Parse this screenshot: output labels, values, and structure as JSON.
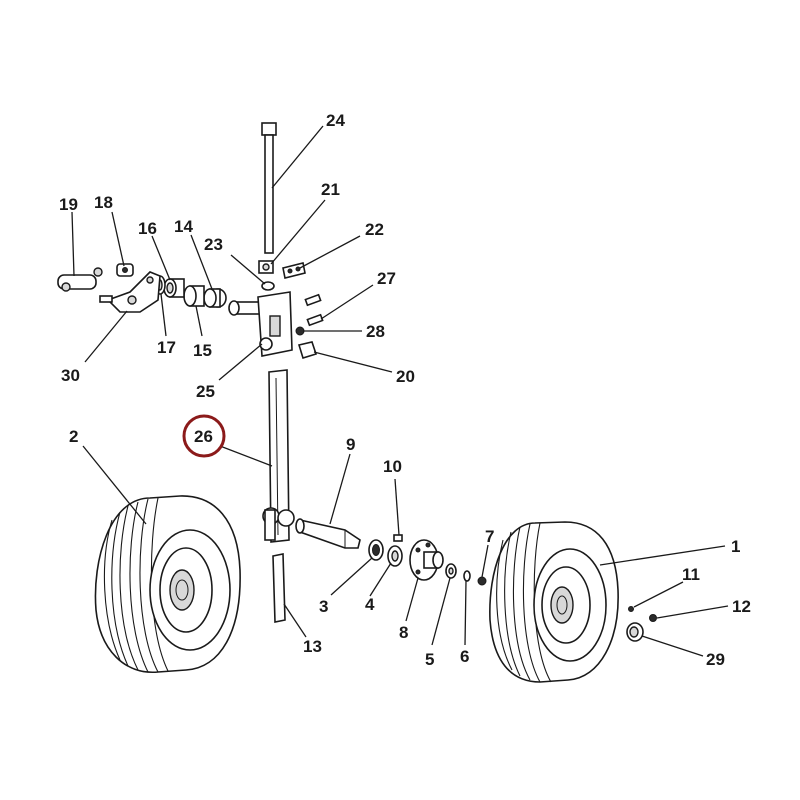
{
  "diagram": {
    "highlight_color": "#8b1a1a",
    "highlighted_part": "26",
    "labels": {
      "p1": "1",
      "p2": "2",
      "p3": "3",
      "p4": "4",
      "p5": "5",
      "p6": "6",
      "p8": "8",
      "p9": "9",
      "p10": "10",
      "p11": "11",
      "p12": "12",
      "p13": "13",
      "p14": "14",
      "p15": "15",
      "p16": "16",
      "p17": "17",
      "p18": "18",
      "p19": "19",
      "p20": "20",
      "p21": "21",
      "p22": "22",
      "p23": "23",
      "p24": "24",
      "p25": "25",
      "p26": "26",
      "p27": "27",
      "p28": "28",
      "p29": "29",
      "p30": "30"
    }
  }
}
